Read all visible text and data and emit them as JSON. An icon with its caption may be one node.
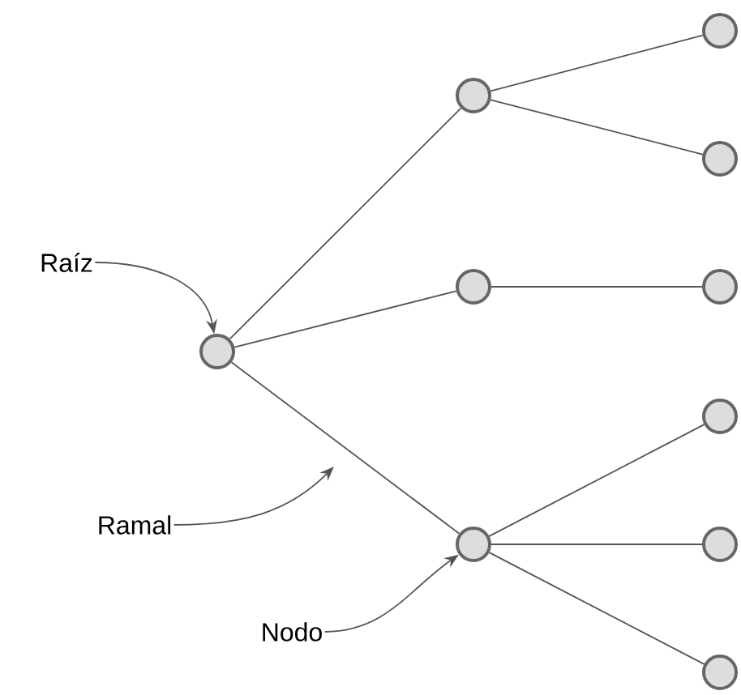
{
  "diagram": {
    "nodes": [
      {
        "text": [],
        "shape": "circle"
      },
      {
        "text": [],
        "shape": "circle"
      },
      {
        "text": [],
        "shape": "circle"
      },
      {
        "text": [],
        "shape": "circle"
      },
      {
        "text": [],
        "shape": "circle"
      },
      {
        "text": [],
        "shape": "circle"
      },
      {
        "text": [],
        "shape": "circle"
      },
      {
        "text": [],
        "shape": "circle"
      },
      {
        "text": [],
        "shape": "circle"
      },
      {
        "text": [],
        "shape": "circle"
      },
      {
        "text": [
          "Raíz"
        ]
      },
      {
        "text": [
          "Ramal"
        ]
      },
      {
        "text": [
          "Nodo"
        ]
      }
    ],
    "edges": [
      {
        "from": 0,
        "to": 1,
        "arrow": "none"
      },
      {
        "from": 0,
        "to": 2,
        "arrow": "none"
      },
      {
        "from": 0,
        "to": 3,
        "arrow": "none"
      },
      {
        "from": 1,
        "to": 4,
        "arrow": "none"
      },
      {
        "from": 1,
        "to": 5,
        "arrow": "none"
      },
      {
        "from": 2,
        "to": 6,
        "arrow": "none"
      },
      {
        "from": 3,
        "to": 7,
        "arrow": "none"
      },
      {
        "from": 3,
        "to": 8,
        "arrow": "none"
      },
      {
        "from": 3,
        "to": 9,
        "arrow": "none"
      },
      {
        "from": 10,
        "to": 0,
        "arrow": "to"
      },
      {
        "from": 11,
        "to": null,
        "arrow": "to"
      },
      {
        "from": 12,
        "to": 3,
        "arrow": "to"
      }
    ]
  }
}
